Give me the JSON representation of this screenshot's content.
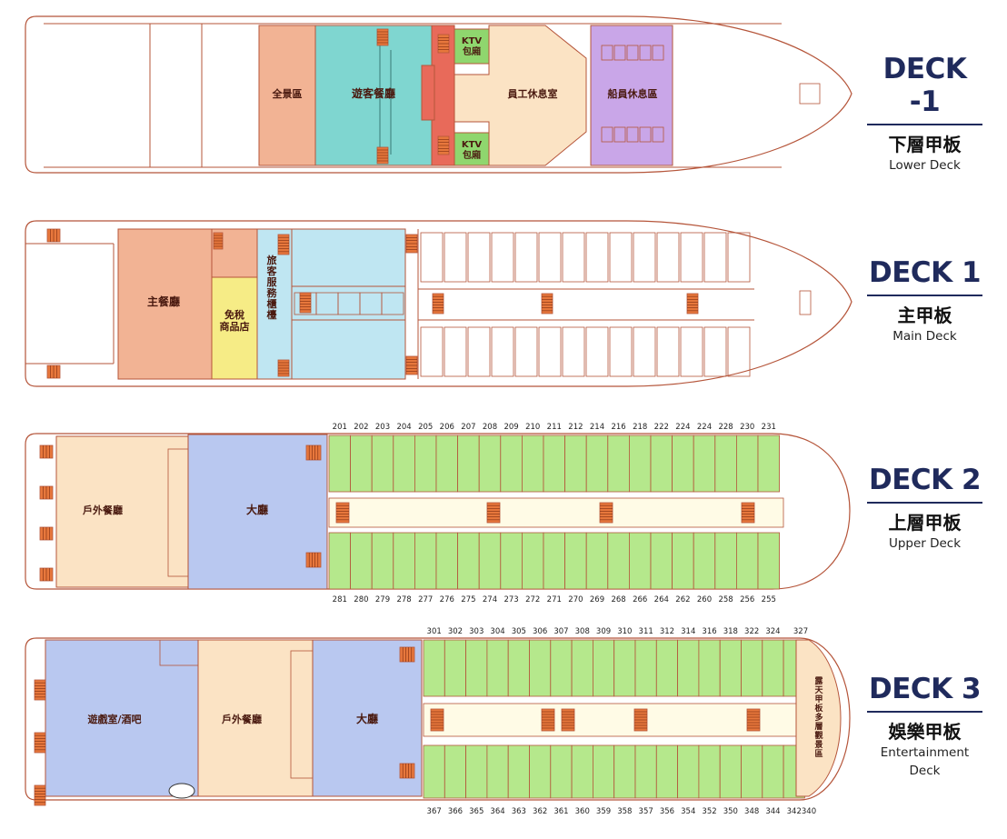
{
  "decks": [
    {
      "title": "DECK -1",
      "zh": "下層甲板",
      "en": "Lower Deck"
    },
    {
      "title": "DECK 1",
      "zh": "主甲板",
      "en": "Main Deck"
    },
    {
      "title": "DECK 2",
      "zh": "上層甲板",
      "en": "Upper Deck"
    },
    {
      "title": "DECK 3",
      "zh": "娛樂甲板",
      "en": "Entertainment Deck"
    }
  ],
  "rooms": {
    "panorama": "全景區",
    "guest_dining": "遊客餐廳",
    "ktv_top": "KTV\n包廂",
    "ktv_bottom": "KTV\n包廂",
    "staff_lounge": "員工休息室",
    "crew_lounge": "船員休息區",
    "main_dining": "主餐廳",
    "duty_free": "免稅\n商品店",
    "service_counter": "旅客服務櫃檯",
    "outdoor_dining_2": "戶外餐廳",
    "lobby_2": "大廳",
    "game_bar": "遊戲室/酒吧",
    "outdoor_dining_3": "戶外餐廳",
    "lobby_3": "大廳",
    "sky_deck": "露天甲板多層觀景區"
  },
  "cabins": {
    "deck2_top": [
      "201",
      "202",
      "203",
      "204",
      "205",
      "206",
      "207",
      "208",
      "209",
      "210",
      "211",
      "212",
      "214",
      "216",
      "218",
      "222",
      "224",
      "224",
      "228",
      "230",
      "231"
    ],
    "deck2_bottom": [
      "281",
      "280",
      "279",
      "278",
      "277",
      "276",
      "275",
      "274",
      "273",
      "272",
      "271",
      "270",
      "269",
      "268",
      "266",
      "264",
      "262",
      "260",
      "258",
      "256",
      "255"
    ],
    "deck3_top": [
      "301",
      "302",
      "303",
      "304",
      "305",
      "306",
      "307",
      "308",
      "309",
      "310",
      "311",
      "312",
      "314",
      "316",
      "318",
      "322",
      "324",
      "327"
    ],
    "deck3_bottom": [
      "367",
      "366",
      "365",
      "364",
      "363",
      "362",
      "361",
      "360",
      "359",
      "358",
      "357",
      "356",
      "354",
      "352",
      "350",
      "348",
      "344",
      "342",
      "340"
    ]
  },
  "colors": {
    "outline": "#b5553a",
    "salmon": "#f2b394",
    "teal": "#7fd6d0",
    "red": "#e86a5a",
    "green": "#8fd66e",
    "peach": "#fbe3c4",
    "purple": "#c9a6e8",
    "cyan": "#bfe6f2",
    "yellow": "#f6ec86",
    "blue": "#b9c8f0",
    "lightgreen": "#b5e88c",
    "label": "#1f2a5c"
  }
}
